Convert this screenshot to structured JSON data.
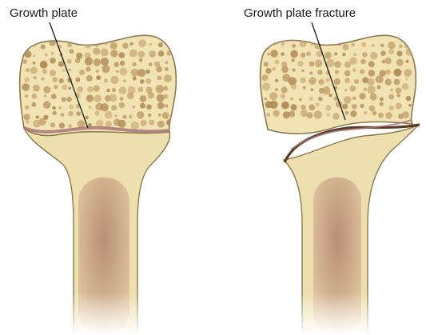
{
  "labels": {
    "left": "Growth plate",
    "right": "Growth plate fracture"
  },
  "colors": {
    "cortex": "#ede0ae",
    "cortex_edge": "#8a7a4e",
    "spongy": "#f1e3b4",
    "pore": "#c6a46e",
    "pore_dark": "#b08a55",
    "growth_plate": "#a8747a",
    "marrow": "#c99d82",
    "marrow_core": "#b07f6b",
    "fracture": "#5a3a24",
    "leader_line": "#1a1a1a",
    "background": "#ffffff"
  },
  "icons": {
    "left_bone": "normal-bone-illustration",
    "right_bone": "fractured-bone-illustration"
  }
}
